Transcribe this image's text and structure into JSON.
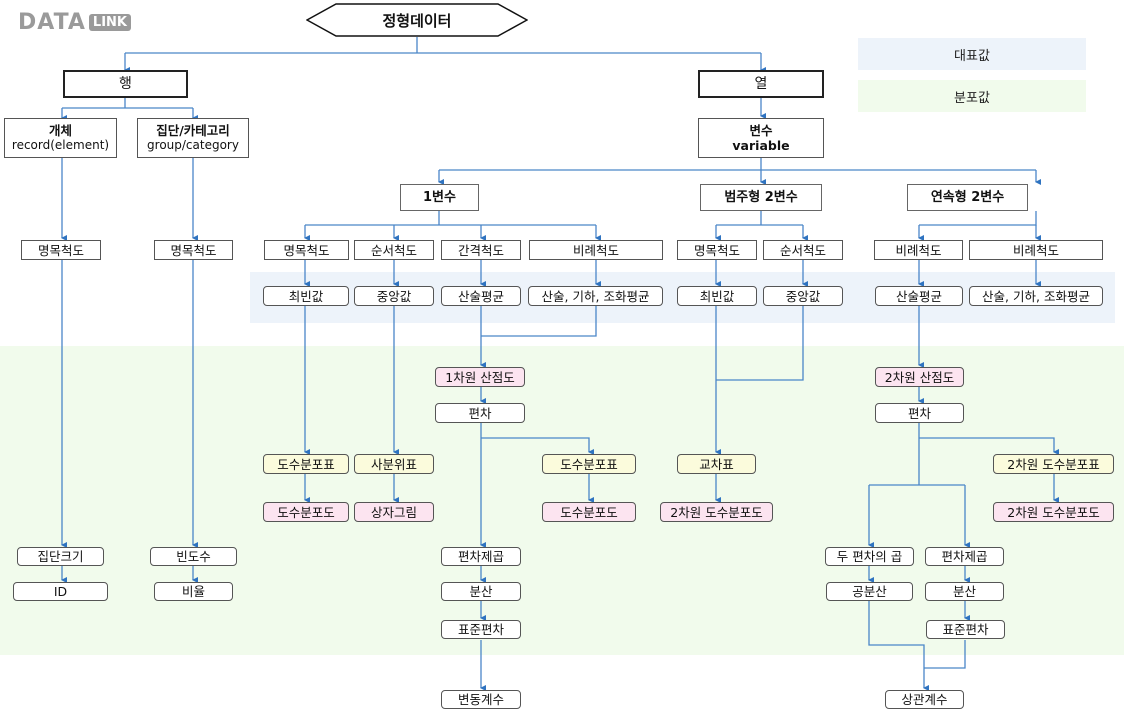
{
  "logo": {
    "part1": "DATA",
    "part2": "LINK"
  },
  "legend": {
    "representative": "대표값",
    "distribution": "분포값"
  },
  "colors": {
    "wire": "#2f73c0",
    "band_representative": "#edf3fa",
    "band_distribution": "#f1fbec",
    "box_yellow": "#fbfbdc",
    "box_pink": "#fce4f0"
  },
  "root": "정형데이터",
  "row": {
    "title": "행",
    "entity": {
      "title": "개체",
      "sub": "record(element)"
    },
    "group": {
      "title": "집단/카테고리",
      "sub": "group/category"
    },
    "entity_scale": "명목척도",
    "group_scale": "명목척도",
    "entity_size": "집단크기",
    "entity_id": "ID",
    "group_freq": "빈도수",
    "group_ratio": "비율"
  },
  "column": {
    "title": "열",
    "variable": {
      "title": "변수",
      "sub": "variable"
    },
    "one_var": {
      "title": "1변수",
      "scales": [
        "명목척도",
        "순서척도",
        "간격척도",
        "비례척도"
      ],
      "representatives": [
        "최빈값",
        "중앙값",
        "산술평균",
        "산술, 기하, 조화평균"
      ],
      "scatter": "1차원 산점도",
      "deviation": "편차",
      "freq_table_nominal": "도수분포표",
      "freq_plot_nominal": "도수분포도",
      "quartile_table": "사분위표",
      "boxplot": "상자그림",
      "freq_table_dev": "도수분포표",
      "freq_plot_dev": "도수분포도",
      "sq_dev": "편차제곱",
      "variance": "분산",
      "std": "표준편차",
      "cv": "변동계수"
    },
    "cat_two_var": {
      "title": "범주형 2변수",
      "scales": [
        "명목척도",
        "순서척도"
      ],
      "representatives": [
        "최빈값",
        "중앙값"
      ],
      "cross_table": "교차표",
      "freq_plot_2d": "2차원 도수분포도"
    },
    "cont_two_var": {
      "title": "연속형 2변수",
      "scales": [
        "비례척도",
        "비례척도"
      ],
      "representatives": [
        "산술평균",
        "산술, 기하, 조화평균"
      ],
      "scatter": "2차원 산점도",
      "deviation": "편차",
      "freq_table_2d": "2차원 도수분포표",
      "freq_plot_2d": "2차원 도수분포도",
      "dev_product": "두 편차의 곱",
      "covariance": "공분산",
      "sq_dev": "편차제곱",
      "variance": "분산",
      "std": "표준편차",
      "correlation": "상관계수"
    }
  }
}
